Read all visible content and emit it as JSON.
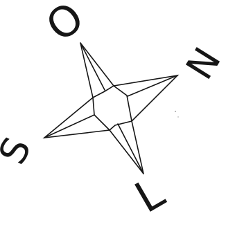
{
  "diagram": {
    "line_color": "#161616",
    "background": "#ffffff",
    "labels": {
      "top": "O",
      "right": "N",
      "left": "S",
      "bottom": "L"
    }
  }
}
